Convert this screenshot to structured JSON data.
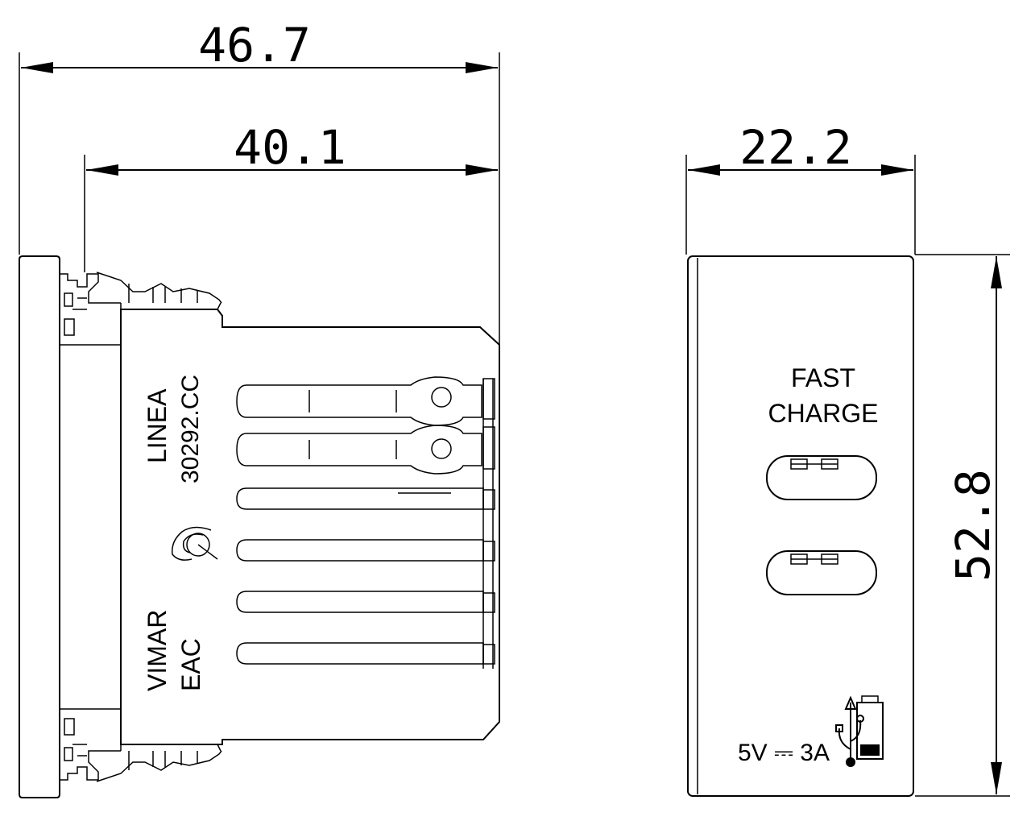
{
  "dimensions": {
    "overall_width": "46.7",
    "body_width": "40.1",
    "front_width": "22.2",
    "height": "52.8"
  },
  "side_markings": {
    "brand": "VIMAR",
    "line": "LINEA",
    "code": "30292.CC",
    "cert": "EAC"
  },
  "front_labels": {
    "fast": "FAST",
    "charge": "CHARGE",
    "rating": "5V ⎓ 3A"
  },
  "icons": [
    "usb-icon",
    "battery-icon",
    "quality-mark-icon"
  ]
}
